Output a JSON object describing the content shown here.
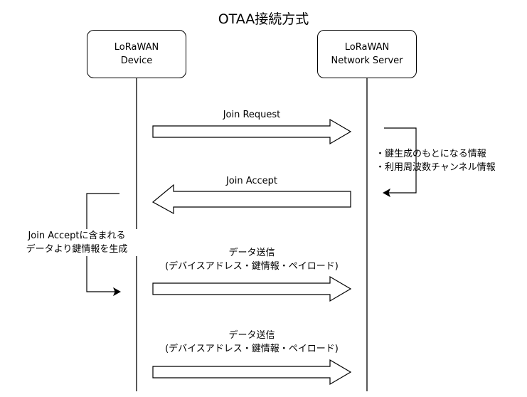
{
  "title": "OTAA接続方式",
  "participants": [
    {
      "line1": "LoRaWAN",
      "line2": "Device"
    },
    {
      "line1": "LoRaWAN",
      "line2": "Network Server"
    }
  ],
  "messages": [
    {
      "label": "Join Request"
    },
    {
      "label": "Join Accept"
    },
    {
      "line1": "データ送信",
      "line2": "(デバイスアドレス・鍵情報・ペイロード)"
    },
    {
      "line1": "データ送信",
      "line2": "(デバイスアドレス・鍵情報・ペイロード)"
    }
  ],
  "server_note": {
    "line1": "・鍵生成のもとになる情報",
    "line2": "・利用周波数チャンネル情報"
  },
  "device_note": {
    "line1": "Join Acceptに含まれる",
    "line2": "データより鍵情報を生成"
  }
}
